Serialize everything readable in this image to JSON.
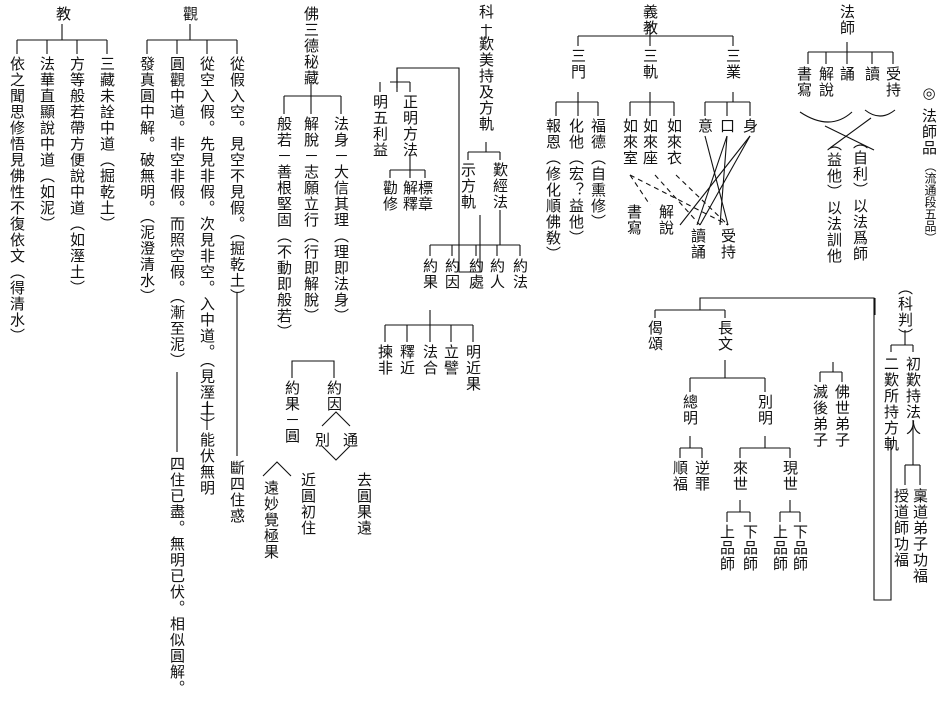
{
  "title": {
    "mark": "◎",
    "main": "法師品",
    "note": "（流通段五品）"
  },
  "jiao": {
    "head": "教",
    "items": [
      "三藏未詮中道（掘乾土）",
      "方等般若帶方便說中道（如溼土）",
      "法華直顯說中道（如泥）",
      "依之聞思修悟見佛性不復依文（得清水）"
    ]
  },
  "guan": {
    "head": "觀",
    "items": [
      "從假入空。見空不見假。（掘乾土）",
      "從空入假。先見非假。次見非空。入中道。（見溼土）",
      "圓觀中道。非空非假。而照空假。（漸至泥）",
      "發真圓中解。破無明。（泥澄清水）"
    ],
    "results": [
      "斷四住惑",
      "能伏無明",
      "四住已盡。無明已伏。相似圓解。"
    ]
  },
  "fo": {
    "head": "佛三德秘藏",
    "branches": [
      "法身－大信其理（理即法身）",
      "解脫－志願立行（行即解脫）",
      "般若－善根堅固（不動即般若）"
    ],
    "cause_label": "約因",
    "cause_items": [
      "通",
      "別"
    ],
    "cause_results": [
      "去圓果遠",
      "近圓初住"
    ],
    "fruit_label": "約果－圓",
    "fruit_result": "遠妙覺極果"
  },
  "ke": {
    "head": "科－歎美持及方軌",
    "left": {
      "head": "示方軌",
      "mid": "正明方法",
      "mid_items": [
        "標章",
        "解釋",
        "勸修"
      ],
      "side": "明五利益"
    },
    "right": {
      "head": "歎經法",
      "items": [
        "約法",
        "約人",
        "約處",
        "約因",
        "約果"
      ],
      "fruit_items": [
        "明近果",
        "立譬",
        "法合",
        "釋近",
        "揀非"
      ]
    }
  },
  "yijiao": {
    "head": "義教",
    "groups": [
      {
        "head": "三業",
        "items": [
          "身",
          "口",
          "意"
        ]
      },
      {
        "head": "三軌",
        "items": [
          "如來衣",
          "如來座",
          "如來室"
        ]
      },
      {
        "head": "三門",
        "items": [
          "福德（自熏修）",
          "化他（宏？益他）",
          "報恩（修化順佛敎）"
        ]
      }
    ],
    "targets": [
      "受持",
      "讀誦",
      "解說",
      "書寫"
    ]
  },
  "fashi": {
    "head": "法師",
    "items": [
      "受持",
      "讀",
      "誦",
      "解說",
      "書寫"
    ],
    "zili": "（自利）以法爲師",
    "tata": "（益他）以法訓他"
  },
  "kepan": {
    "head": "（科判）",
    "a": "初歎持法人",
    "a_child": "稟道弟子功福",
    "b": "二歎所持方軌",
    "b_child": "授道師功福",
    "fo_shi": "佛世弟子",
    "mie_hou": "滅後弟子",
    "chang_wen": "長文",
    "ji_song": "偈頌",
    "bie_ming": "別明",
    "zong_ming": "總明",
    "xian_shi": "現世",
    "lai_shi": "來世",
    "ni_zui": "逆罪",
    "shun_fu": "順福",
    "xia_pin": "下品師",
    "shang_pin": "上品師"
  }
}
